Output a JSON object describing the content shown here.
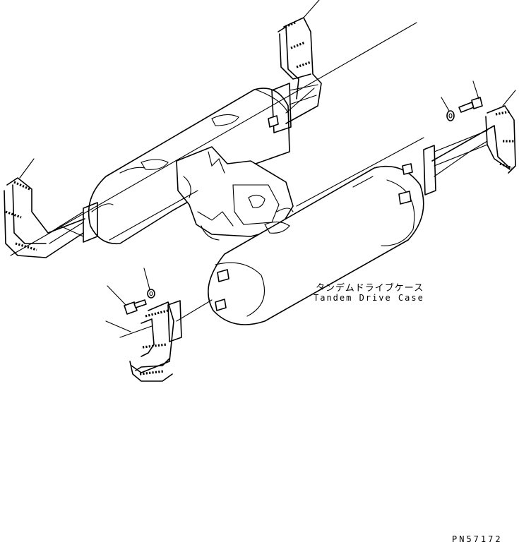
{
  "labels": {
    "part_name_jp": "タンデムドライブケース",
    "part_name_en": "Tandem Drive Case",
    "drawing_number": "PN57172"
  }
}
